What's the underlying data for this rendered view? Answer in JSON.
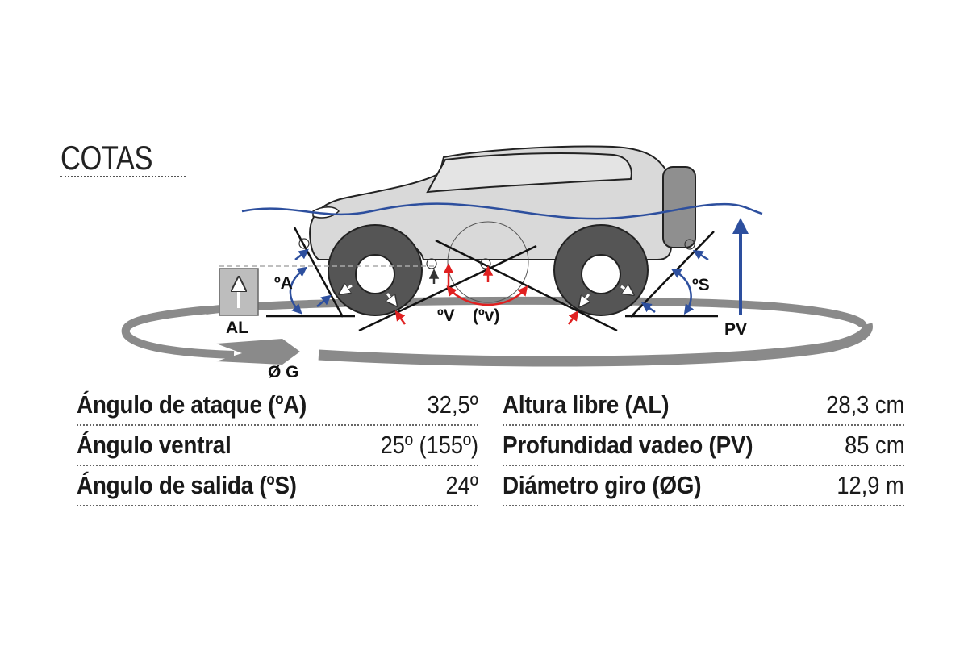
{
  "title": "COTAS",
  "diagram": {
    "labels": {
      "attack": "ºA",
      "clearance": "AL",
      "ventral": "ºV",
      "ventral_complement": "(ºv)",
      "exit": "ºS",
      "wading": "PV",
      "turning": "Ø G"
    },
    "colors": {
      "body": "#d9d9d9",
      "tire": "#555555",
      "blue_arrow": "#2d4f9e",
      "red_arrow": "#e02020",
      "water_line": "#2d4f9e",
      "ring": "#8a8a8a"
    }
  },
  "specs_left": [
    {
      "name": "Ángulo de ataque (ºA)",
      "value": "32,5º"
    },
    {
      "name": "Ángulo ventral",
      "value": "25º (155º)"
    },
    {
      "name": "Ángulo de salida (ºS)",
      "value": "24º"
    }
  ],
  "specs_right": [
    {
      "name": "Altura libre (AL)",
      "value": "28,3 cm"
    },
    {
      "name": "Profundidad vadeo (PV)",
      "value": "85 cm"
    },
    {
      "name": "Diámetro giro (ØG)",
      "value": "12,9 m"
    }
  ]
}
